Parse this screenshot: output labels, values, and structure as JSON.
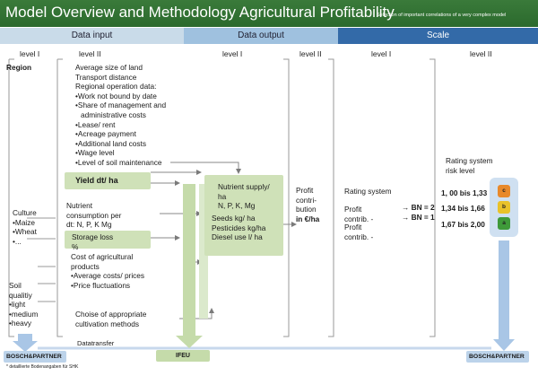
{
  "title": "Model Overview and Methodology Agricultural Profitability",
  "title_note": "Selection of important correlations of a very complex model",
  "sections": {
    "input": "Data input",
    "output": "Data output",
    "scale": "Scale"
  },
  "levels": {
    "col1": "level I",
    "col2": "level II",
    "col3": "level I",
    "col4": "level II",
    "col5": "level I",
    "col6": "level II"
  },
  "region": "Region",
  "culture": {
    "title": "Culture",
    "items": [
      "•Maize",
      "•Wheat",
      "•..."
    ]
  },
  "soil": {
    "title_line1": "Soil",
    "title_line2": "qualitiy",
    "items": [
      "•light",
      "•medium",
      "•heavy"
    ]
  },
  "regional_data": [
    "Average size of land",
    "Transport distance",
    "Regional operation data:",
    "•Work not bound by date",
    "•Share of management and",
    "  administrative costs",
    "•Lease/ rent",
    "•Acreage payment",
    "•Additional land costs",
    "•Wage level",
    "•Level of soil maintenance"
  ],
  "yield_label": "Yield dt/ ha",
  "nutrient_consumption": [
    "Nutrient",
    "consumption per",
    "dt: N, P, K Mg"
  ],
  "storage_loss": [
    "Storage loss",
    "%"
  ],
  "costs": [
    "Cost of agricultural",
    "products",
    "•Average costs/ prices",
    "•Price fluctuations"
  ],
  "methods": [
    "Choise of appropriate",
    "cultivation methods"
  ],
  "nutrient_supply": [
    "Nutrient supply/",
    "ha",
    "N, P, K, Mg"
  ],
  "seeds_block": [
    "Seeds kg/ ha",
    "Pesticides kg/ha",
    "Diesel use l/ ha"
  ],
  "profit_contribution": [
    "Profit",
    "contri-",
    "bution",
    "in €/ha"
  ],
  "rating": {
    "title": "Rating system",
    "profit1": [
      "Profit",
      "contrib. -"
    ],
    "profit2": [
      "Profit",
      "contrib. -"
    ],
    "bn2": "→ BN = 2",
    "bn1": "→ BN = 1"
  },
  "risk_title": [
    "Rating system",
    "risk level"
  ],
  "risk_levels": [
    {
      "range": "1, 00 bis 1,33",
      "letter": "c",
      "color": "#e8892a"
    },
    {
      "range": "1,34 bis 1,66",
      "letter": "b",
      "color": "#e9c22a"
    },
    {
      "range": "1,67 bis 2,00",
      "letter": "a",
      "color": "#3f9a3a"
    }
  ],
  "footer": {
    "left_box": "BOSCH&PARTNER",
    "left_note": "* detaillierte Bodenangaben für SHK",
    "datatransfer": "Datatransfer",
    "ifeu": "IFEU",
    "right_box": "BOSCH&PARTNER"
  },
  "colors": {
    "title_bg": "#2b6a2d",
    "green_box": "#cfe1b8",
    "blue_arrow": "#a9c6e6",
    "green_arrow": "#c5dbaa"
  }
}
